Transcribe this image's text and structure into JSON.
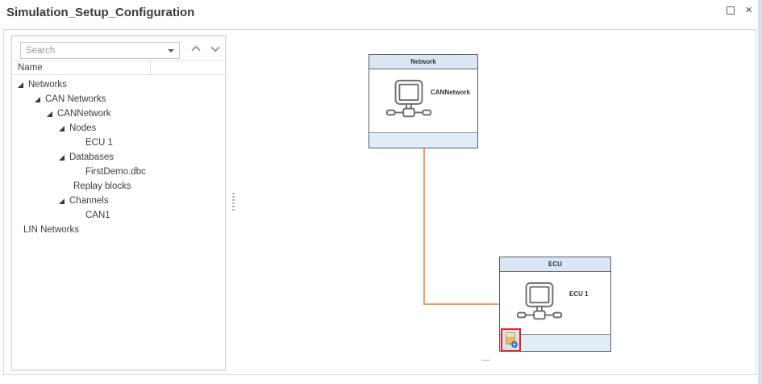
{
  "window": {
    "title": "Simulation_Setup_Configuration",
    "close_glyph": "×"
  },
  "left_panel": {
    "search_placeholder": "Search",
    "column_header": "Name"
  },
  "tree": {
    "items": [
      {
        "label": "Networks",
        "level": 1,
        "expanded": true
      },
      {
        "label": "CAN Networks",
        "level": 2,
        "expanded": true
      },
      {
        "label": "CANNetwork",
        "level": 3,
        "expanded": true
      },
      {
        "label": "Nodes",
        "level": 4,
        "expanded": true
      },
      {
        "label": "ECU 1",
        "level": 5,
        "expanded": false
      },
      {
        "label": "Databases",
        "level": 4,
        "expanded": true
      },
      {
        "label": "FirstDemo.dbc",
        "level": 5,
        "expanded": false
      },
      {
        "label": "Replay blocks",
        "level": 4,
        "expanded": false
      },
      {
        "label": "Channels",
        "level": 4,
        "expanded": true
      },
      {
        "label": "CAN1",
        "level": 5,
        "expanded": false
      },
      {
        "label": "LIN Networks",
        "level": 1,
        "expanded": false
      }
    ]
  },
  "canvas": {
    "network_box": {
      "title": "Network",
      "label": "CANNetwork"
    },
    "ecu_box": {
      "title": "ECU",
      "label": "ECU 1"
    },
    "dashes": "-----"
  },
  "icons": {
    "expander": "triangle-lower-right",
    "combo_caret": "caret-down",
    "search_prev": "chevron-up",
    "search_next": "chevron-down",
    "node_glyph": "network-computer",
    "config_glyph": "database-gear",
    "maximize": "square-outline"
  },
  "colors": {
    "box_header_blue": "#d9e6f4",
    "box_footer_blue": "#e0edf9",
    "connector_orange": "#f19e64",
    "highlight_red": "#e3211c",
    "edge_strip_blue": "#cfe2f4"
  }
}
